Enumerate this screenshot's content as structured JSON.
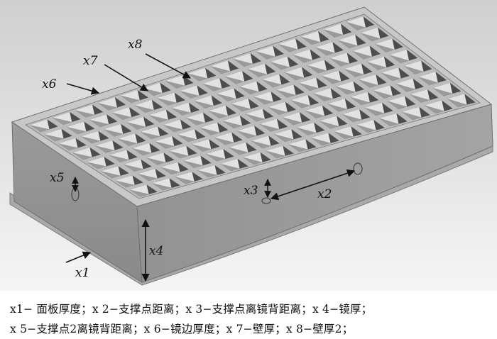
{
  "labels": {
    "x1": "x1",
    "x2": "x2",
    "x3": "x3",
    "x4": "x4",
    "x5": "x5",
    "x6": "x6",
    "x7": "x7",
    "x8": "x8"
  },
  "caption": {
    "line1": "x1− 面板厚度；x 2−支撑点距离；x 3−支撑点离镜背距离；x 4−镜厚；",
    "line2": "x 5−支撑点2离镜背距离；x 6−镜边厚度；x 7−壁厚；x 8−壁厚2；"
  },
  "colors": {
    "background_top": "#d2d2d2",
    "background_bottom": "#f4f4f4",
    "side_face": "#9c9c9c",
    "front_face": "#8e8e8e",
    "rim": "#c4c4c4",
    "annotation": "#111111"
  }
}
